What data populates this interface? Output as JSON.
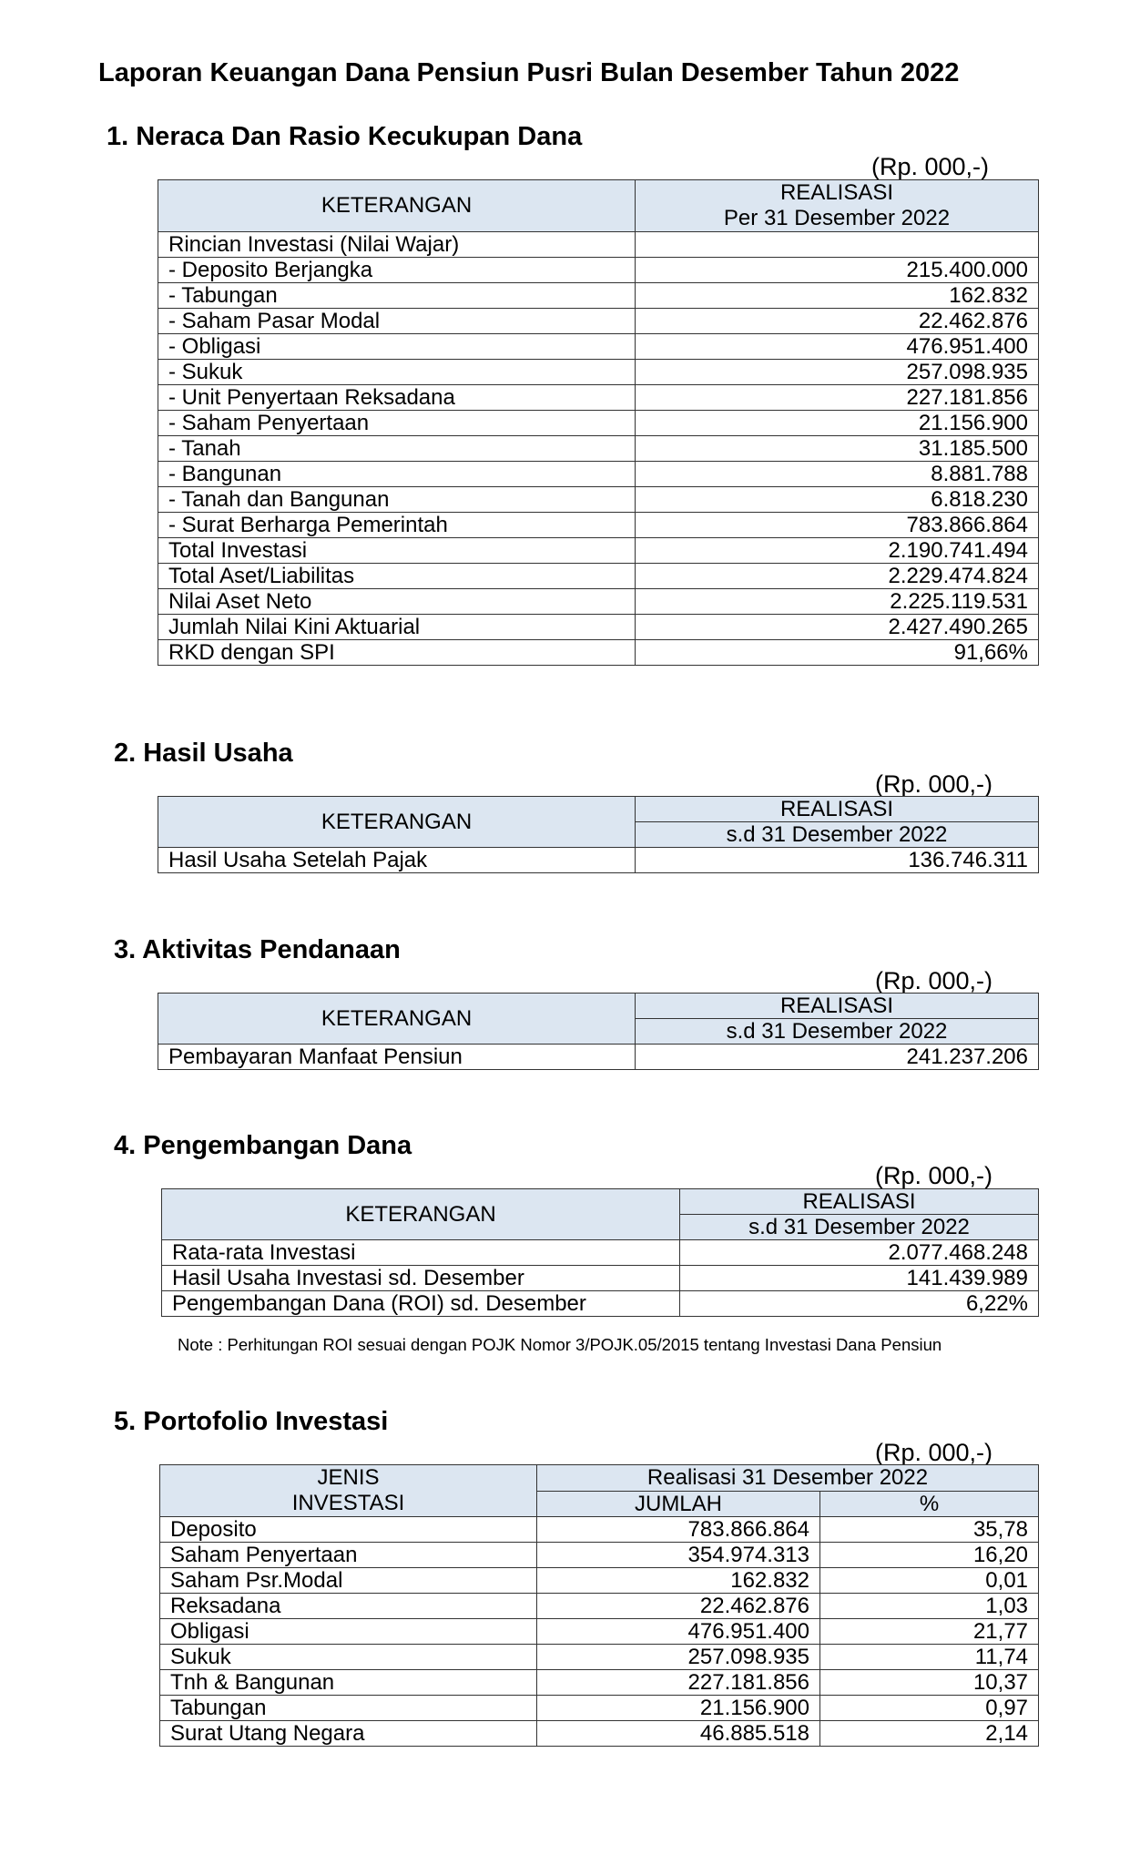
{
  "title": "Laporan Keuangan Dana Pensiun Pusri Bulan Desember Tahun 2022",
  "sec1": {
    "title": "1.  Neraca Dan Rasio Kecukupan Dana",
    "unit": "(Rp. 000,-)",
    "col_label": "KETERANGAN",
    "col_value_1": "REALISASI",
    "col_value_2": "Per 31 Desember 2022",
    "rows": [
      {
        "label": "Rincian Investasi (Nilai Wajar)",
        "value": ""
      },
      {
        "label": "- Deposito Berjangka",
        "value": "215.400.000"
      },
      {
        "label": "- Tabungan",
        "value": "162.832"
      },
      {
        "label": "- Saham Pasar Modal",
        "value": "22.462.876"
      },
      {
        "label": "- Obligasi",
        "value": "476.951.400"
      },
      {
        "label": "- Sukuk",
        "value": "257.098.935"
      },
      {
        "label": "- Unit Penyertaan Reksadana",
        "value": "227.181.856"
      },
      {
        "label": "- Saham Penyertaan",
        "value": "21.156.900"
      },
      {
        "label": "- Tanah",
        "value": "31.185.500"
      },
      {
        "label": "- Bangunan",
        "value": "8.881.788"
      },
      {
        "label": "- Tanah dan Bangunan",
        "value": "6.818.230"
      },
      {
        "label": "- Surat Berharga Pemerintah",
        "value": "783.866.864"
      },
      {
        "label": "Total Investasi",
        "value": "2.190.741.494"
      },
      {
        "label": "Total Aset/Liabilitas",
        "value": "2.229.474.824"
      },
      {
        "label": "Nilai Aset Neto",
        "value": "2.225.119.531"
      },
      {
        "label": "Jumlah Nilai Kini Aktuarial",
        "value": "2.427.490.265"
      },
      {
        "label": "RKD dengan SPI",
        "value": "91,66%"
      }
    ]
  },
  "sec2": {
    "title": "2. Hasil Usaha",
    "unit": "(Rp. 000,-)",
    "col_label": "KETERANGAN",
    "col_value_1": "REALISASI",
    "col_value_2": "s.d 31 Desember 2022",
    "rows": [
      {
        "label": "Hasil Usaha Setelah Pajak",
        "value": "136.746.311"
      }
    ]
  },
  "sec3": {
    "title": "3. Aktivitas Pendanaan",
    "unit": "(Rp. 000,-)",
    "col_label": "KETERANGAN",
    "col_value_1": "REALISASI",
    "col_value_2": "s.d 31 Desember 2022",
    "rows": [
      {
        "label": "Pembayaran Manfaat Pensiun",
        "value": "241.237.206"
      }
    ]
  },
  "sec4": {
    "title": "4. Pengembangan Dana",
    "unit": "(Rp. 000,-)",
    "col_label": "KETERANGAN",
    "col_value_1": "REALISASI",
    "col_value_2": "s.d 31 Desember 2022",
    "rows": [
      {
        "label": "Rata-rata Investasi",
        "value": "2.077.468.248"
      },
      {
        "label": "Hasil Usaha Investasi sd. Desember",
        "value": "141.439.989"
      },
      {
        "label": "Pengembangan Dana (ROI) sd. Desember",
        "value": "6,22%"
      }
    ],
    "note": "Note : Perhitungan ROI sesuai dengan POJK Nomor 3/POJK.05/2015 tentang Investasi Dana Pensiun"
  },
  "sec5": {
    "title": "5. Portofolio Investasi",
    "unit": "(Rp. 000,-)",
    "col_label_1": "JENIS",
    "col_label_2": "INVESTASI",
    "col_group": "Realisasi 31 Desember 2022",
    "col_amount": "JUMLAH",
    "col_pct": "%",
    "rows": [
      {
        "label": "Deposito",
        "amount": "783.866.864",
        "pct": "35,78"
      },
      {
        "label": "Saham Penyertaan",
        "amount": "354.974.313",
        "pct": "16,20"
      },
      {
        "label": "Saham Psr.Modal",
        "amount": "162.832",
        "pct": "0,01"
      },
      {
        "label": "Reksadana",
        "amount": "22.462.876",
        "pct": "1,03"
      },
      {
        "label": "Obligasi",
        "amount": "476.951.400",
        "pct": "21,77"
      },
      {
        "label": "Sukuk",
        "amount": "257.098.935",
        "pct": "11,74"
      },
      {
        "label": "Tnh & Bangunan",
        "amount": "227.181.856",
        "pct": "10,37"
      },
      {
        "label": "Tabungan",
        "amount": "21.156.900",
        "pct": "0,97"
      },
      {
        "label": "Surat Utang Negara",
        "amount": "46.885.518",
        "pct": "2,14"
      }
    ]
  }
}
